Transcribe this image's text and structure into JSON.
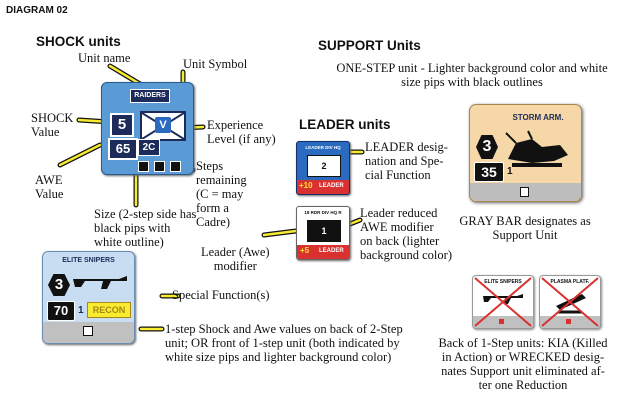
{
  "diagram_title": "DIAGRAM 02",
  "shock": {
    "heading": "SHOCK units",
    "labels": {
      "unit_name": "Unit name",
      "unit_symbol": "Unit Symbol",
      "shock_value": "SHOCK\nValue",
      "experience": "Experience\nLevel (if any)",
      "awe_value": "AWE\nValue",
      "steps": "Steps\nremaining\n(C = may\nform a\nCadre)",
      "size": "Size (2-step side has\nblack pips with\nwhite outline)"
    },
    "counter": {
      "name": "RAIDERS",
      "shock": "5",
      "awe": "65",
      "steps": "2C",
      "exp": "V"
    }
  },
  "elite": {
    "counter": {
      "name": "ELITE SNIPERS",
      "shock": "3",
      "awe": "70",
      "steps": "1",
      "func": "RECON"
    },
    "labels": {
      "special_function": "Special Function(s)",
      "one_step": "1-step Shock and Awe values on back of 2-Step\nunit; OR front of 1-step unit (both indicated by\nwhite size pips and lighter background color)"
    }
  },
  "leader": {
    "heading": "LEADER units",
    "labels": {
      "designation": "LEADER desig-\nnation and Spe-\ncial Function",
      "awe_modifier": "Leader (Awe)\nmodifier",
      "reduced": "Leader reduced\nAWE modifier\non back (lighter\nbackground color)"
    },
    "counter1": {
      "name": "LEADER DIV HQ",
      "value": "2",
      "mod": "+10",
      "tag": "LEADER"
    },
    "counter2": {
      "name": "18 RDR DIV HQ R",
      "value": "1",
      "mod": "+5",
      "tag": "LEADER"
    }
  },
  "support": {
    "heading": "SUPPORT Units",
    "labels": {
      "one_step": "ONE-STEP unit - Lighter background color and white\nsize pips with black outlines",
      "gray_bar": "GRAY BAR designates as\nSupport Unit",
      "back": "Back of 1-Step units: KIA (Killed\nin Action) or WRECKED desig-\nnates Support unit eliminated af-\nter one Reduction"
    },
    "counter": {
      "name": "STORM ARM.",
      "shock": "3",
      "awe": "35",
      "steps": "1"
    },
    "backs": [
      {
        "name": "ELITE SNIPERS"
      },
      {
        "name": "PLASMA PLATF."
      }
    ]
  },
  "colors": {
    "shock_blue": "#5b9bd5",
    "elite_blue": "#c9ddf2",
    "leader_red": "#d93030",
    "support_tan": "#f5d7a8",
    "gray_bar": "#bdbdbd",
    "label_yellow": "#f7ec30",
    "kia_red": "#d93030"
  }
}
